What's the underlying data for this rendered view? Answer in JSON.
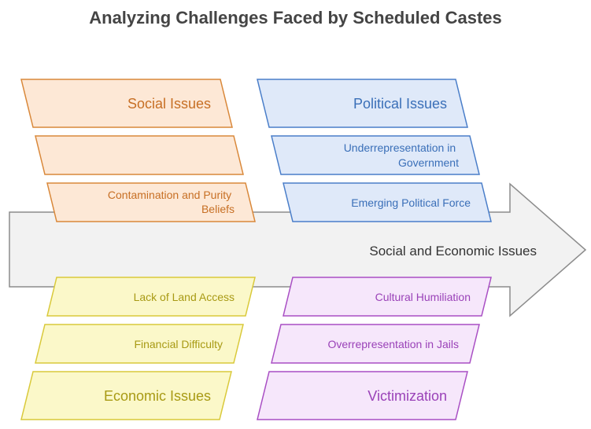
{
  "title": "Analyzing Challenges Faced by Scheduled Castes",
  "spine_label": "Social and Economic Issues",
  "colors": {
    "orange_fill": "#fde8d6",
    "orange_stroke": "#d9883a",
    "orange_text": "#c76f24",
    "blue_fill": "#dfe9f9",
    "blue_stroke": "#4a7ec9",
    "blue_text": "#3a6fb8",
    "yellow_fill": "#fbf8c9",
    "yellow_stroke": "#d9c93a",
    "yellow_text": "#a89a14",
    "purple_fill": "#f6e7fb",
    "purple_stroke": "#a94fc4",
    "purple_text": "#9a42b8",
    "arrow_fill": "#f2f2f2",
    "arrow_stroke": "#8c8c8c"
  },
  "groups": {
    "social": {
      "header": "Social Issues",
      "items": [
        "",
        "Contamination and Purity Beliefs"
      ]
    },
    "political": {
      "header": "Political Issues",
      "items": [
        "Underrepresentation in Government",
        "Emerging Political Force"
      ]
    },
    "economic": {
      "header": "Economic Issues",
      "items": [
        "Lack of Land Access",
        "Financial Difficulty"
      ]
    },
    "victimization": {
      "header": "Victimization",
      "items": [
        "Cultural Humiliation",
        "Overrepresentation in Jails"
      ]
    }
  }
}
